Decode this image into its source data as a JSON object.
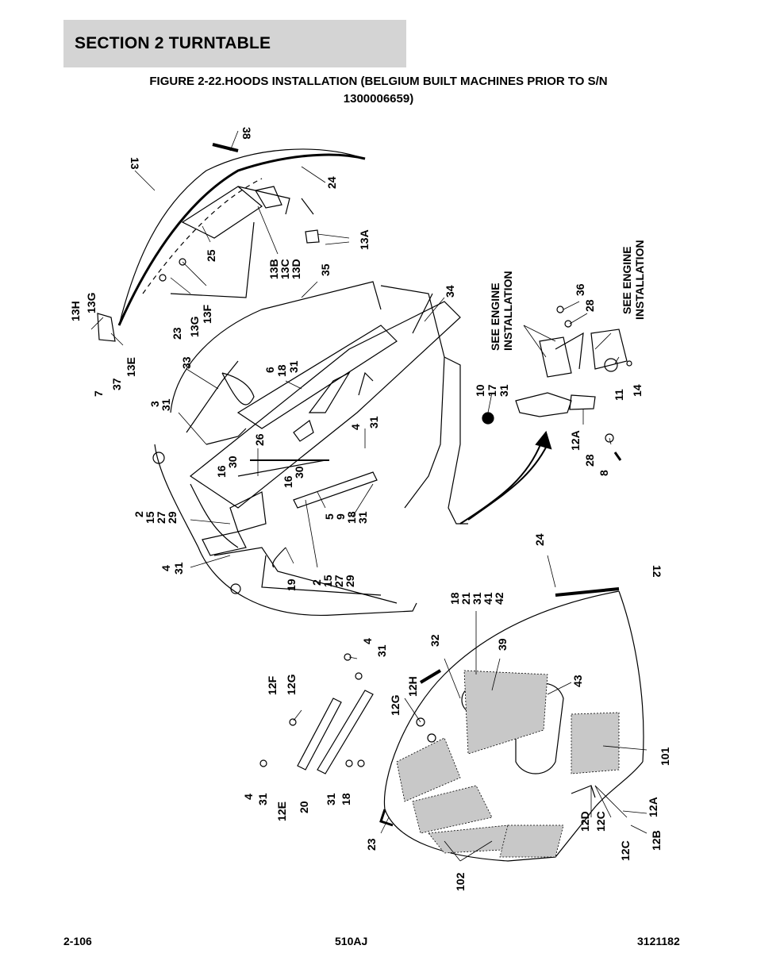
{
  "header": {
    "section": "SECTION 2   TURNTABLE"
  },
  "figure": {
    "title_line1": "FIGURE 2-22.HOODS INSTALLATION (BELGIUM BUILT MACHINES PRIOR TO S/N",
    "title_line2": "1300006659)"
  },
  "callouts": {
    "c38": "38",
    "c13": "13",
    "c24a": "24",
    "c13a_top": "13A",
    "c13b": "13B",
    "c13c": "13C",
    "c13d": "13D",
    "c25": "25",
    "c35": "35",
    "c13h": "13H",
    "c13g_a": "13G",
    "c23a": "23",
    "c13g_b": "13G",
    "c13f": "13F",
    "c7": "7",
    "c37": "37",
    "c13e": "13E",
    "c33": "33",
    "c6": "6",
    "c18a": "18",
    "c31a": "31",
    "c34": "34",
    "c3": "3",
    "c31b": "31",
    "c26": "26",
    "c10": "10",
    "c17": "17",
    "c31c": "31",
    "c4a": "4",
    "c31d": "31",
    "c36": "36",
    "c28a": "28",
    "c11": "11",
    "c14": "14",
    "c12a_top": "12A",
    "c28b": "28",
    "c8": "8",
    "c16a": "16",
    "c30a": "30",
    "c16b": "16",
    "c30b": "30",
    "c2a": "2",
    "c15a": "15",
    "c27a": "27",
    "c29a": "29",
    "c5": "5",
    "c9": "9",
    "c18b": "18",
    "c31e": "31",
    "c4b": "4",
    "c31f": "31",
    "c19": "19",
    "c2b": "2",
    "c15b": "15",
    "c27b": "27",
    "c29b": "29",
    "c24b": "24",
    "c12": "12",
    "c18c": "18",
    "c21": "21",
    "c31g": "31",
    "c41": "41",
    "c42": "42",
    "c32": "32",
    "c39": "39",
    "c43": "43",
    "c4c": "4",
    "c31h": "31",
    "c12f": "12F",
    "c12g_a": "12G",
    "c12g_b": "12G",
    "c12h": "12H",
    "c101": "101",
    "c4d": "4",
    "c31i": "31",
    "c12e": "12E",
    "c20": "20",
    "c31j": "31",
    "c18d": "18",
    "c23b": "23",
    "c102": "102",
    "c12d": "12D",
    "c12c_a": "12C",
    "c12a_bot": "12A",
    "c12c_b": "12C",
    "c12b": "12B"
  },
  "notes": {
    "engine_left_1": "SEE ENGINE",
    "engine_left_2": "INSTALLATION",
    "engine_right_1": "SEE ENGINE",
    "engine_right_2": "INSTALLATION"
  },
  "footer": {
    "page": "2-106",
    "model": "510AJ",
    "doc": "3121182"
  }
}
